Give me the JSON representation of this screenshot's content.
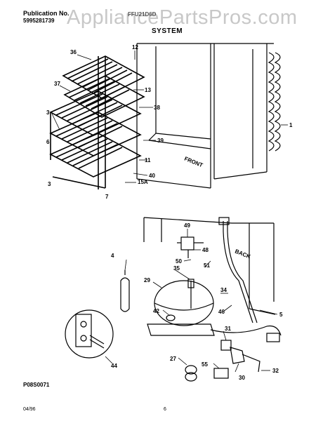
{
  "header": {
    "publication_label": "Publication No.",
    "publication_number": "5995281739",
    "model": "FFU21D6D",
    "watermark": "AppliancePartsPros.com"
  },
  "title": "SYSTEM",
  "figure_code": "P08S0071",
  "footer": {
    "date": "04/96",
    "page": "6"
  },
  "cabinet_labels": {
    "front": "FRONT",
    "back": "BACK"
  },
  "callouts": [
    "12",
    "36",
    "37",
    "13",
    "3",
    "38",
    "39",
    "6",
    "11",
    "40",
    "15A",
    "3",
    "7",
    "1",
    "49",
    "48",
    "50",
    "51",
    "4",
    "35",
    "29",
    "34",
    "46",
    "5",
    "42",
    "31",
    "44",
    "27",
    "55",
    "30",
    "32"
  ]
}
